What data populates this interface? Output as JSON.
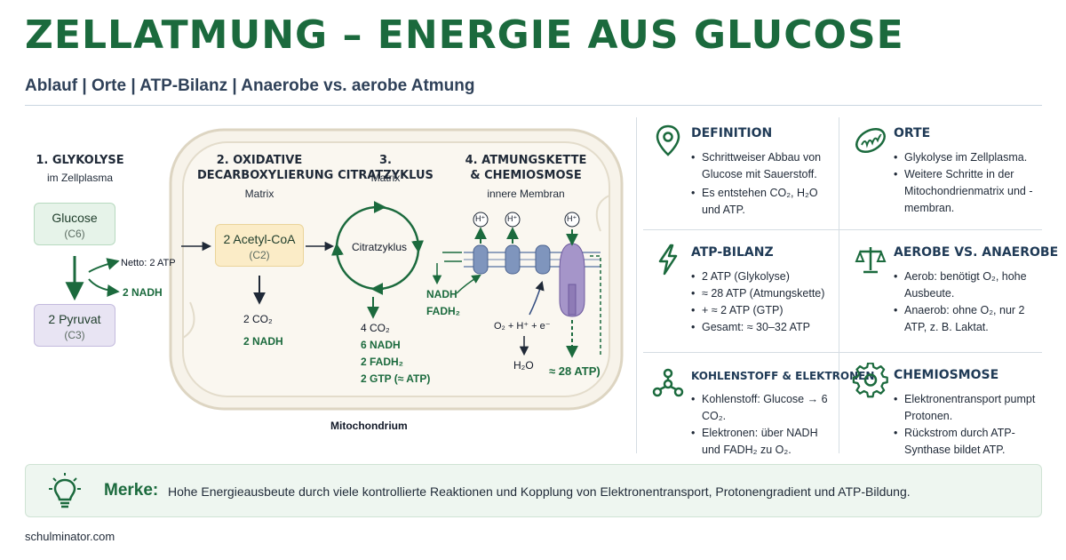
{
  "header": {
    "title": "ZELLATMUNG – ENERGIE AUS GLUCOSE",
    "subtitle": "Ablauf | Orte | ATP-Bilanz | Anaerobe vs. aerobe Atmung"
  },
  "diagram": {
    "stages": [
      {
        "heading": "1. GLYKOLYSE",
        "location": "im Zellplasma"
      },
      {
        "heading": "2. OXIDATIVE DECARBOXYLIERUNG",
        "location": "Matrix"
      },
      {
        "heading": "3. CITRATZYKLUS",
        "location": "Matrix"
      },
      {
        "heading": "4. ATMUNGSKETTE & CHEMIOSMOSE",
        "location": "innere Membran"
      }
    ],
    "glucose": {
      "name": "Glucose",
      "formula": "(C6)"
    },
    "pyruvate": {
      "name": "2 Pyruvat",
      "formula": "(C3)"
    },
    "glycolysis_atp": "Netto: 2 ATP",
    "glycolysis_nadh": "2 NADH",
    "acetyl": {
      "name": "2 Acetyl-CoA",
      "formula": "(C2)"
    },
    "oxdec_products": [
      "2 CO₂",
      "2 NADH"
    ],
    "cycle_label": "Citratzyklus",
    "citrate_products": [
      "4 CO₂",
      "6 NADH",
      "2 FADH₂",
      "2 GTP (≈ ATP)"
    ],
    "chain_inputs": [
      "NADH",
      "FADH₂"
    ],
    "proton_label": "H⁺",
    "oxygen_reaction": "O₂ + H⁺ + e⁻",
    "water": "H₂O",
    "chain_atp": "≈ 28 ATP)",
    "mitochondrion_label": "Mitochondrium"
  },
  "cards": [
    {
      "title": "DEFINITION",
      "icon": "location-pin-icon",
      "items": [
        "Schrittweiser Abbau von Glucose mit Sauerstoff.",
        "Es entstehen CO₂, H₂O und ATP."
      ]
    },
    {
      "title": "ORTE",
      "icon": "mitochondrion-icon",
      "items": [
        "Glykolyse im Zellplasma.",
        "Weitere Schritte in der Mitochondrienmatrix und -membran."
      ]
    },
    {
      "title": "ATP-BILANZ",
      "icon": "lightning-icon",
      "items": [
        "2 ATP (Glykolyse)",
        "≈ 28 ATP (Atmungskette)",
        "+ ≈ 2 ATP (GTP)",
        "Gesamt: ≈ 30–32 ATP"
      ]
    },
    {
      "title": "AEROBE VS. ANAEROBE",
      "icon": "balance-scale-icon",
      "items": [
        "Aerob: benötigt O₂, hohe Ausbeute.",
        "Anaerob: ohne O₂, nur 2 ATP, z. B. Laktat."
      ]
    },
    {
      "title": "KOHLENSTOFF & ELEKTRONEN",
      "icon": "molecule-icon",
      "items": [
        "Kohlenstoff: Glucose → 6 CO₂.",
        "Elektronen: über NADH und FADH₂ zu O₂."
      ]
    },
    {
      "title": "CHEMIOSMOSE",
      "icon": "gear-icon",
      "items": [
        "Elektronentransport pumpt Protonen.",
        "Rückstrom durch ATP-Synthase bildet ATP."
      ]
    }
  ],
  "merke": {
    "label": "Merke:",
    "text": "Hohe Energieausbeute durch viele kontrollierte Reaktionen und Kopplung von Elektronentransport, Protonengradient und ATP-Bildung."
  },
  "footer": {
    "site": "schulminator.com"
  },
  "colors": {
    "accent_green": "#1b6a3d",
    "navy": "#1f3a56",
    "membrane_blue": "#6e86ad",
    "synthase_purple": "#8e7bb6"
  }
}
